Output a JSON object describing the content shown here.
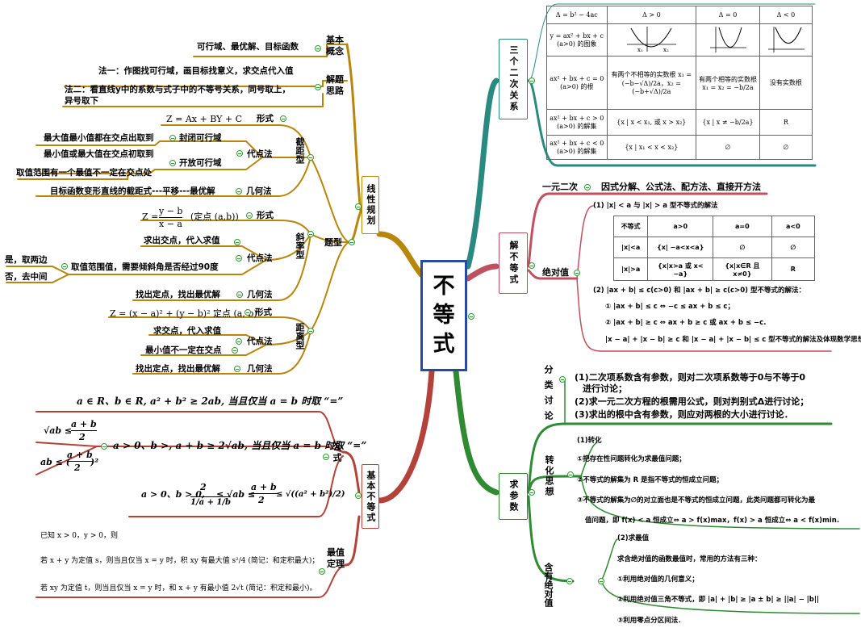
{
  "center": {
    "title": "不\n等\n式"
  },
  "linear": {
    "title": "线性规划",
    "basic": {
      "label": "基本概念",
      "text": "可行域、最优解、目标函数"
    },
    "method": {
      "label": "解题思路",
      "m1": "法一：作图找可行域，画目标找意义，求交点代入值",
      "m2a": "法二：看直线y中的系数与式子中的不等号关系，同号取上，",
      "m2b": "异号取下"
    },
    "types": "题型",
    "intercept": {
      "label": "截距型",
      "form_label": "形式",
      "form": "Z = Ax + BY + C",
      "closed": "封闭可行域",
      "closed_note": "最大值最小值都在交点出取到",
      "subst": "代点法",
      "open": "开放可行域",
      "open_note": "最小值或最大值在交点初取到",
      "range_note": "取值范围有一个最值不一定在交点处",
      "geo_note": "目标函数变形直线的截距式---平移---最优解",
      "geo": "几何法"
    },
    "slope": {
      "label": "斜率型",
      "form_label": "形式",
      "form_num": "y − b",
      "form_den": "x − a",
      "form_tail": "(定点 (a,b))",
      "form_z": "Z =",
      "subst": "代点法",
      "sub1": "求出交点，代入求值",
      "sub2": "取值范围值，需要倾斜角是否经过90度",
      "yes": "是，取两边",
      "no": "否，去中间",
      "geo": "几何法",
      "geo_note": "找出定点，找出最优解"
    },
    "distance": {
      "label": "距离型",
      "form_label": "形式",
      "form": "Z = (x − a)² + (y − b)² 定点 (a, b)",
      "subst": "代点法",
      "sub1": "求交点，代入求值",
      "sub2": "最小值不一定在交点",
      "geo": "几何法",
      "geo_note": "找出定点，找出最优解"
    }
  },
  "basic_ineq": {
    "title": "基本不等式",
    "formula": {
      "label": "公式",
      "top": "a ∈ R、b ∈ R, a² + b² ≥ 2ab, 当且仅当 a = b 时取 “=”",
      "l1_lhs": "√ab ≤",
      "l1_num": "a + b",
      "l1_den": "2",
      "l2_lhs": "ab ≤ (",
      "l2_num": "a + b",
      "l2_den": "2",
      "l2_rhs": ")²",
      "mid": "a > 0、b >, a + b ≥ 2√ab, 当且仅当 a = b 时取 “=”",
      "chain_a": "a > 0、b > 0,",
      "chain_num": "2",
      "chain_den": "1/a + 1/b",
      "chain_b": "≤ √ab ≤",
      "chain_c_num": "a + b",
      "chain_c_den": "2",
      "chain_d": "≤ √((a² + b²)/2)"
    },
    "extreme": {
      "label": "最值定理",
      "l0": "已知 x > 0，y > 0，则",
      "l1": "若 x + y 为定值 s，则当且仅当 x = y 时，积 xy 有最大值 s²/4 (简记：和定积最大)；",
      "l2": "若 xy 为定值 t，则当且仅当 x = y 时，和 x + y 有最小值 2√t (简记：积定和最小)。"
    }
  },
  "quad": {
    "title": "三个二次关系",
    "table": {
      "h": [
        "Δ = b² − 4ac",
        "Δ > 0",
        "Δ = 0",
        "Δ < 0"
      ],
      "r1": [
        "y = ax² + bx + c (a>0) 的图象"
      ],
      "r2": [
        "ax² + bx + c = 0 (a>0) 的根",
        "有两个不相等的实数根 x₁ = (−b−√Δ)/2a，x₂ = (−b+√Δ)/2a",
        "有两个相等的实数根 x₁ = x₂ = −b/2a",
        "没有实数根"
      ],
      "r3": [
        "ax² + bx + c > 0 (a>0) 的解集",
        "{x | x < x₁, 或 x > x₂}",
        "{x | x ≠ −b/2a}",
        "R"
      ],
      "r4": [
        "ax² + bx + c < 0 (a>0) 的解集",
        "{x | x₁ < x < x₂}",
        "∅",
        "∅"
      ]
    }
  },
  "solve": {
    "title": "解不等式",
    "lin": {
      "label": "一元二次",
      "text": "因式分解、公式法、配方法、直接开方法"
    },
    "abs": {
      "label": "绝对值",
      "s1": "(1) |x| < a 与 |x| > a 型不等式的解法",
      "th": [
        "不等式",
        "a>0",
        "a=0",
        "a<0"
      ],
      "r1": [
        "|x|<a",
        "{x| −a<x<a}",
        "∅",
        "∅"
      ],
      "r2": [
        "|x|>a",
        "{x|x>a 或 x< −a}",
        "{x|x∈R 且 x≠0}",
        "R"
      ],
      "s2": "(2) |ax + b| ≤ c(c>0) 和 |ax + b| ≥ c(c>0) 型不等式的解法：",
      "s2a": "① |ax + b| ≤ c ⇔ −c ≤ ax + b ≤ c；",
      "s2b": "② |ax + b| ≥ c ⇔ ax + b ≥ c 或 ax + b ≤ −c.",
      "s3": "|x − a| + |x − b| ≥ c 和 |x − a| + |x − b| ≤ c 型不等式的解法及体现数学思想"
    }
  },
  "param": {
    "title": "求参数",
    "cls": {
      "label": "分类讨论",
      "l1a": "(1)二次项系数含有参数，则对二次项系数等于0与不等于0",
      "l1b": "进行讨论；",
      "l2": "(2)求一元二次方程的根需用公式，则对判别式Δ进行讨论；",
      "l3": "(3)求出的根中含有参数，则应对两根的大小进行讨论．"
    },
    "trans": {
      "label": "转化思想",
      "l0": "(1)转化",
      "l1": "①把存在性问题转化为求最值问题；",
      "l2": "②不等式的解集为 R 是指不等式的恒成立问题；",
      "l3": "③不等式的解集为∅的对立面也是不等式的恒成立问题，此类问题都可转化为最",
      "l4": "值问题，即 f(x) < a 恒成立⇔ a > f(x)max，f(x) > a 恒成立⇔ a < f(x)min."
    },
    "absp": {
      "label": "含有绝对值",
      "l0": "(2)求最值",
      "l1": "求含绝对值的函数最值时，常用的方法有三种：",
      "l2": "①利用绝对值的几何意义；",
      "l3": "②利用绝对值三角不等式，即 |a| + |b| ≥ |a ± b| ≥ ||a| − |b||",
      "l4": "③利用零点分区间法．"
    }
  },
  "colors": {
    "brown": "#b8860b",
    "red": "#b3423b",
    "teal": "#2a8a80",
    "green": "#2e8b32",
    "navy": "#2a4aa0"
  }
}
